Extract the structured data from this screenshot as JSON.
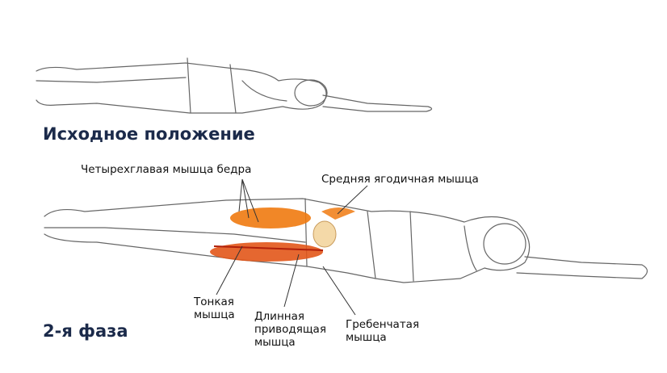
{
  "headings": {
    "start_position": "Исходное положение",
    "phase_two": "2-я фаза"
  },
  "labels": {
    "quadriceps": "Четырехглавая мышца бедра",
    "gluteus_medius": "Средняя ягодичная мышца",
    "gracilis": [
      "Тонкая",
      "мышца"
    ],
    "adductor_longus": [
      "Длинная",
      "приводящая",
      "мышца"
    ],
    "pectineus": [
      "Гребенчатая",
      "мышца"
    ]
  },
  "colors": {
    "muscle": "#f07a10",
    "muscle_dark": "#c8300a",
    "heading": "#1b2a4a",
    "outline": "#555555"
  }
}
